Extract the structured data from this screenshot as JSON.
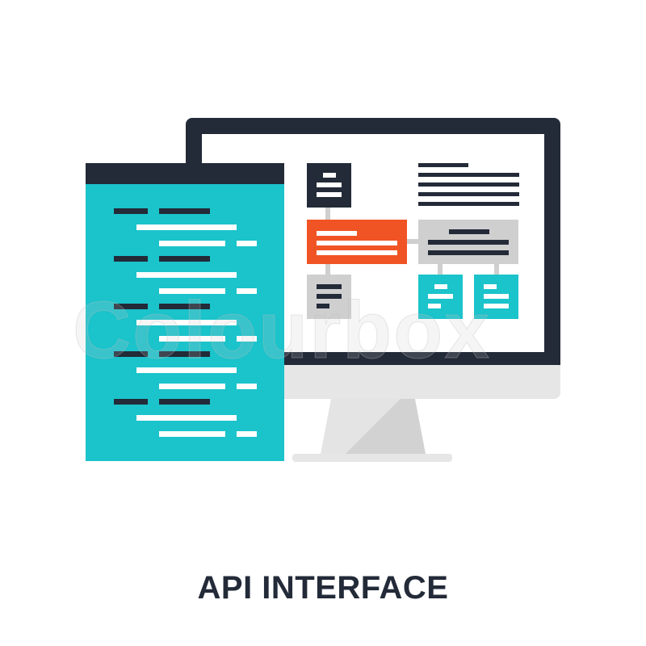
{
  "illustration": {
    "title": "API INTERFACE",
    "watermark": "Colourbox",
    "colors": {
      "dark": "#232a38",
      "teal": "#1bc3cb",
      "orange": "#f05424",
      "grey": "#cfcfcf",
      "light_grey": "#e6e6e6"
    },
    "elements": [
      "code-document-icon",
      "desktop-monitor-icon",
      "flowchart-diagram"
    ]
  }
}
